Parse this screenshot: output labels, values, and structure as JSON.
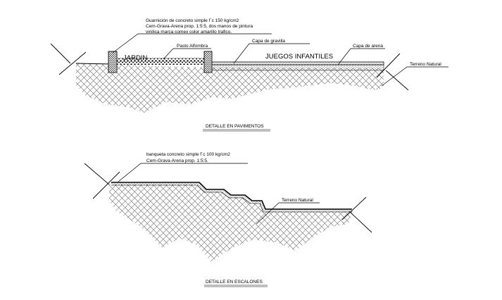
{
  "detail_pavements": {
    "curb_note_line1": "Guarnición de concreto simple f´c 150 kg/cm2",
    "curb_note_line2": "Cem-Grava-Arena prop. 1:5:5, dos manos de pintura",
    "curb_note_line3": "vinilica marca comex color amarillo trafico.",
    "garden_label": "JARDIN",
    "grass_label": "Pasto Alfombra",
    "gravel_label": "Capa de gravilla",
    "playground_label": "JUEGOS INFANTILES",
    "sand_label": "Capa de arena",
    "natural_ground_label": "Terreno Natural",
    "title": "DETALLE EN PAVIMENTOS"
  },
  "detail_steps": {
    "sidewalk_note_line1": "banqueta concreto simple f´c 100 kg/cm2",
    "sidewalk_note_line2": "Cem-Grava-Arena prop. 1:5:5.",
    "natural_ground_label": "Terreno Natural",
    "title": "DETALLE EN ESCALONES"
  },
  "colors": {
    "line": "#000000",
    "background": "#ffffff"
  }
}
